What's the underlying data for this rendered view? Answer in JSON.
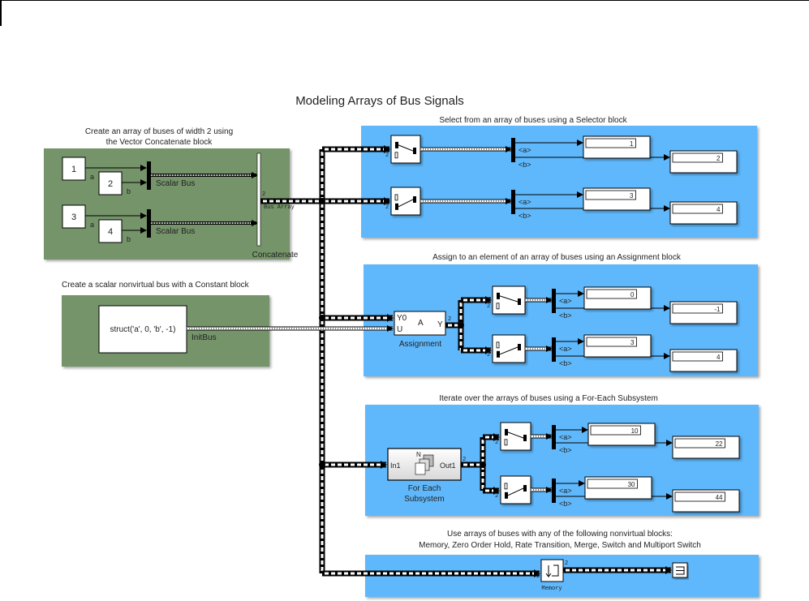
{
  "title": "Modeling Arrays of Bus Signals",
  "colors": {
    "green_area": "#74946b",
    "blue_area": "#5fb8fb",
    "line": "#000000"
  },
  "concat_area": {
    "caption_line1": "Create an array of buses of width 2 using",
    "caption_line2": "the Vector Concatenate block",
    "constants": [
      "1",
      "2",
      "3",
      "4"
    ],
    "signal_labels": [
      "a",
      "b",
      "a",
      "b"
    ],
    "bus_labels": [
      "Scalar Bus",
      "Scalar Bus"
    ],
    "concat_label": "Concatenate",
    "width_label": "2",
    "output_label": "Bus Array"
  },
  "constant_area": {
    "caption": "Create a scalar nonvirtual bus with a Constant block",
    "block_value": "struct('a', 0, 'b', -1)",
    "output_label": "InitBus"
  },
  "selector_area": {
    "caption": "Select from an array of buses using a Selector block",
    "width_label": "2",
    "selector_outputs": [
      "<a>",
      "<b>",
      "<a>",
      "<b>"
    ],
    "displays": [
      "1",
      "2",
      "3",
      "4"
    ]
  },
  "assignment_area": {
    "caption": "Assign to an element of an array of buses using an Assignment block",
    "block_ports": {
      "y0": "Y0",
      "u": "U",
      "a": "A",
      "y": "Y"
    },
    "block_label": "Assignment",
    "width_label": "2",
    "selector_outputs": [
      "<a>",
      "<b>",
      "<a>",
      "<b>"
    ],
    "displays": [
      "0",
      "-1",
      "3",
      "4"
    ]
  },
  "foreach_area": {
    "caption": "Iterate over the arrays of buses using a For-Each Subsystem",
    "in_port": "In1",
    "out_port": "Out1",
    "n_label": "N",
    "block_label_line1": "For Each",
    "block_label_line2": "Subsystem",
    "width_label": "2",
    "selector_outputs": [
      "<a>",
      "<b>",
      "<a>",
      "<b>"
    ],
    "displays": [
      "10",
      "22",
      "30",
      "44"
    ]
  },
  "memory_area": {
    "caption_line1": "Use arrays of buses with any of the following nonvirtual blocks:",
    "caption_line2": "Memory, Zero Order Hold, Rate Transition, Merge, Switch and Multiport Switch",
    "block_label": "Memory",
    "width_label": "2"
  }
}
